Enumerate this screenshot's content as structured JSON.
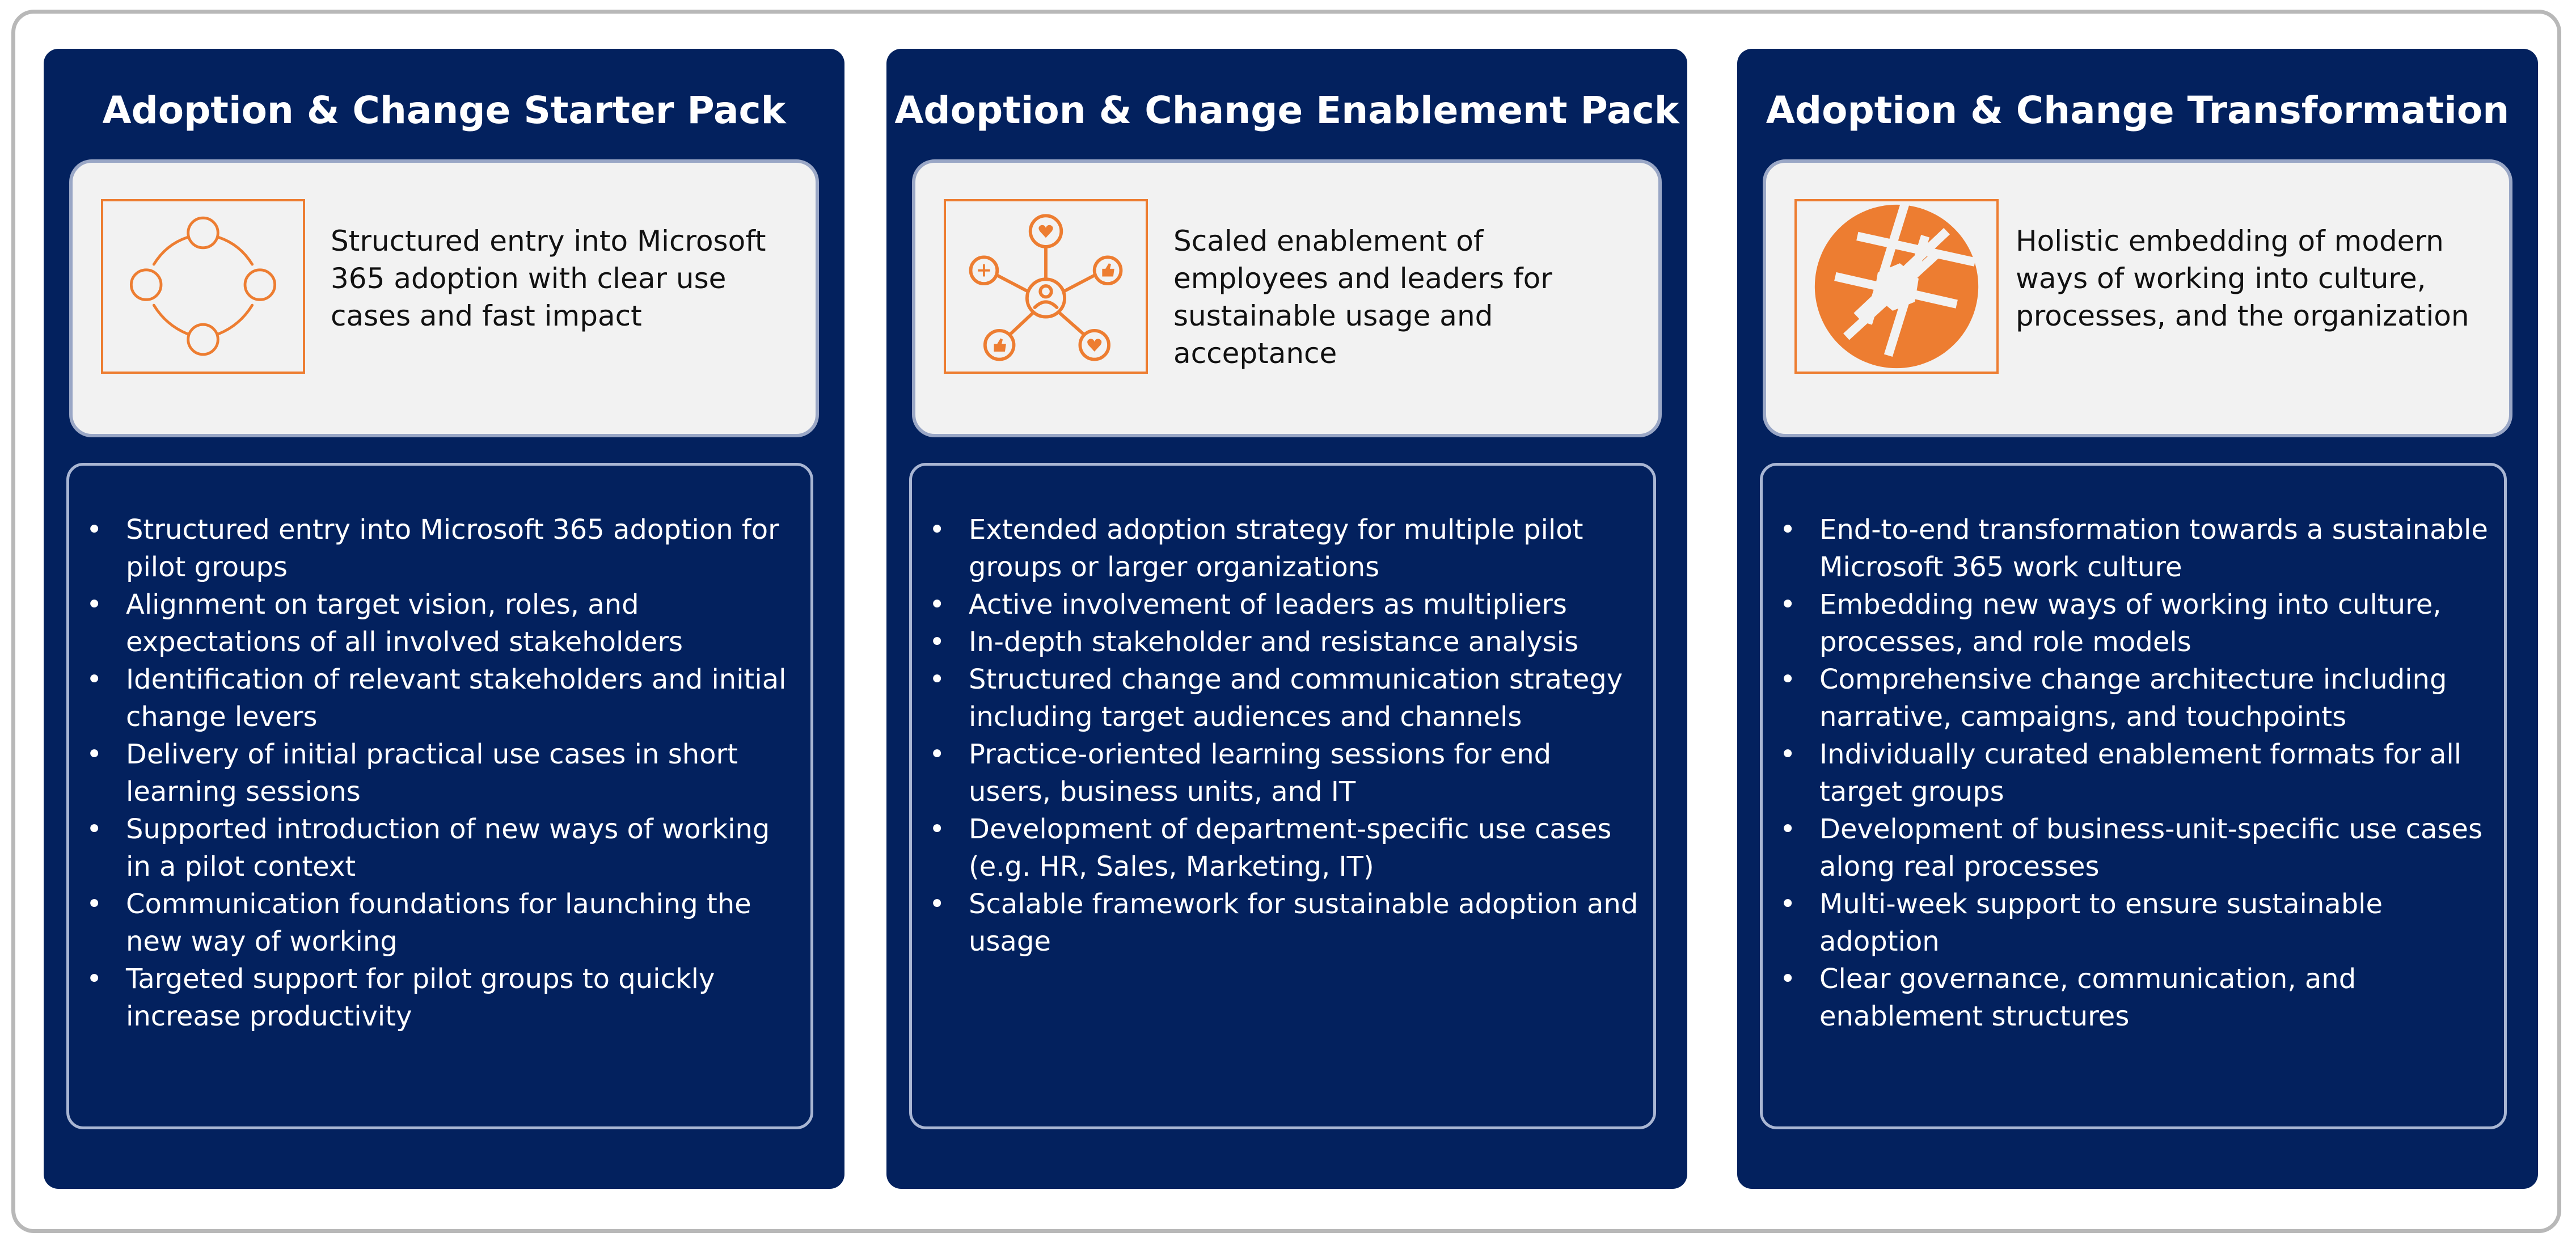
{
  "colors": {
    "card_background": "#03215e",
    "summary_background": "#f2f2f2",
    "icon_accent": "#ed7d31",
    "frame_border": "#b8b8b8"
  },
  "cards": [
    {
      "title": "Adoption & Change Starter Pack",
      "icon": "circular-network-icon",
      "summary": "Structured entry into Microsoft 365 adoption with clear use cases and fast impact",
      "bullets": [
        "Structured entry into Microsoft 365 adoption for pilot groups",
        "Alignment on target vision, roles, and expectations of all involved stakeholders",
        "Identification of relevant stakeholders and initial change levers",
        "Delivery of initial practical use cases in short learning sessions",
        "Supported introduction of new ways of working in a pilot context",
        "Communication foundations for launching the new way of working",
        "Targeted support for pilot groups to quickly increase productivity"
      ]
    },
    {
      "title": "Adoption & Change Enablement Pack",
      "icon": "social-network-icon",
      "summary": "Scaled enablement of employees and leaders for sustainable usage and acceptance",
      "bullets": [
        "Extended adoption strategy for multiple pilot groups or larger organizations",
        "Active involvement of leaders as multipliers",
        "In-depth stakeholder and resistance analysis",
        "Structured change and communication strategy including target audiences and channels",
        "Practice-oriented learning sessions for end users, business units, and IT",
        "Development of department-specific use cases (e.g. HR, Sales, Marketing, IT)",
        "Scalable framework for sustainable adoption and usage"
      ]
    },
    {
      "title": "Adoption & Change Transformation",
      "icon": "aperture-icon",
      "summary": "Holistic embedding of modern ways of working into culture, processes, and the organization",
      "bullets": [
        "End-to-end transformation towards a sustainable Microsoft 365 work culture",
        "Embedding new ways of working into culture, processes, and role models",
        "Comprehensive change architecture including narrative, campaigns, and touchpoints",
        "Individually curated enablement formats for all target groups",
        "Development of business-unit-specific use cases along real processes",
        "Multi-week support to ensure sustainable adoption",
        "Clear governance, communication, and enablement structures"
      ]
    }
  ]
}
